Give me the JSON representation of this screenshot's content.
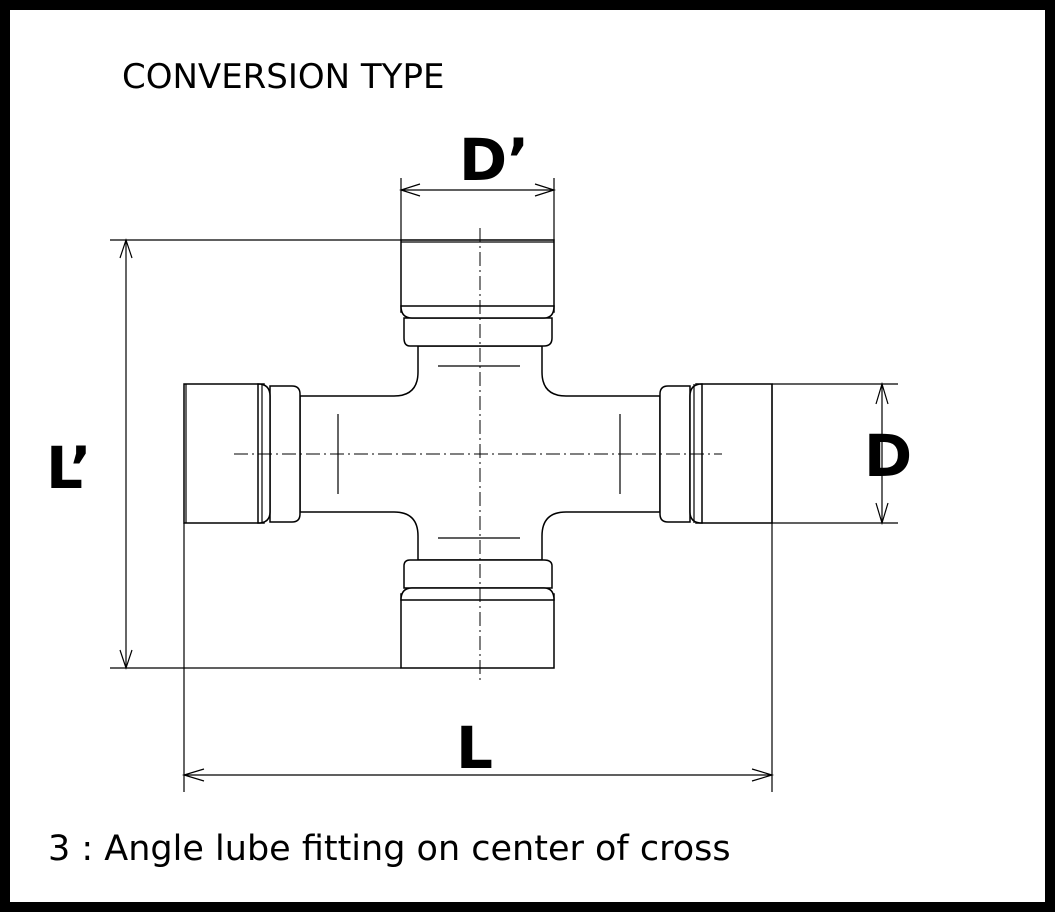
{
  "title": "CONVERSION TYPE",
  "dimensions": {
    "d_prime": "D’",
    "l_prime": "L’",
    "d": "D",
    "l": "L"
  },
  "note": "3 : Angle lube fitting on center of cross",
  "colors": {
    "background_border": "#000000",
    "paper": "#ffffff",
    "ink": "#000000"
  }
}
